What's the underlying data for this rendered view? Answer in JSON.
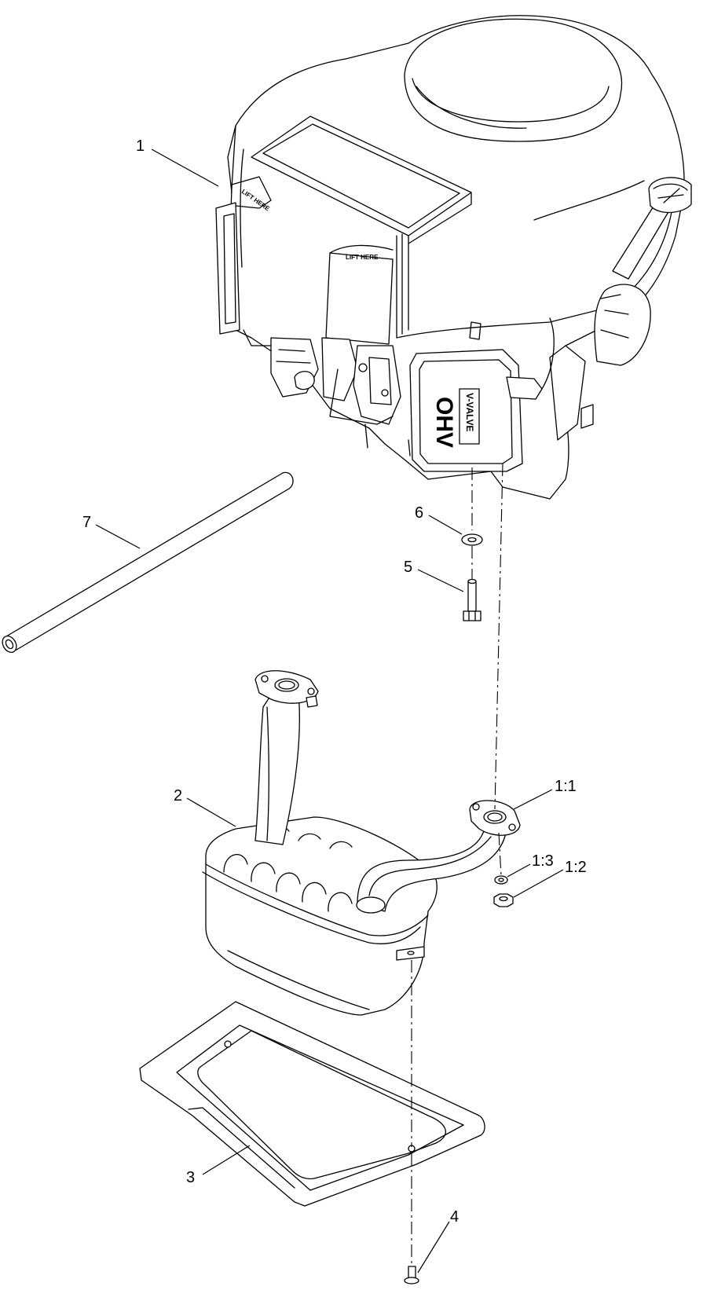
{
  "callouts": {
    "c1": "1",
    "c2": "2",
    "c3": "3",
    "c4": "4",
    "c5": "5",
    "c6": "6",
    "c7": "7",
    "c1_1": "1:1",
    "c1_2": "1:2",
    "c1_3": "1:3"
  },
  "decals": {
    "lift_here_side": "LIFT HERE",
    "lift_here_front": "LIFT HERE",
    "valve_cover_main": "OHV",
    "valve_cover_sub": "V-VALVE"
  }
}
